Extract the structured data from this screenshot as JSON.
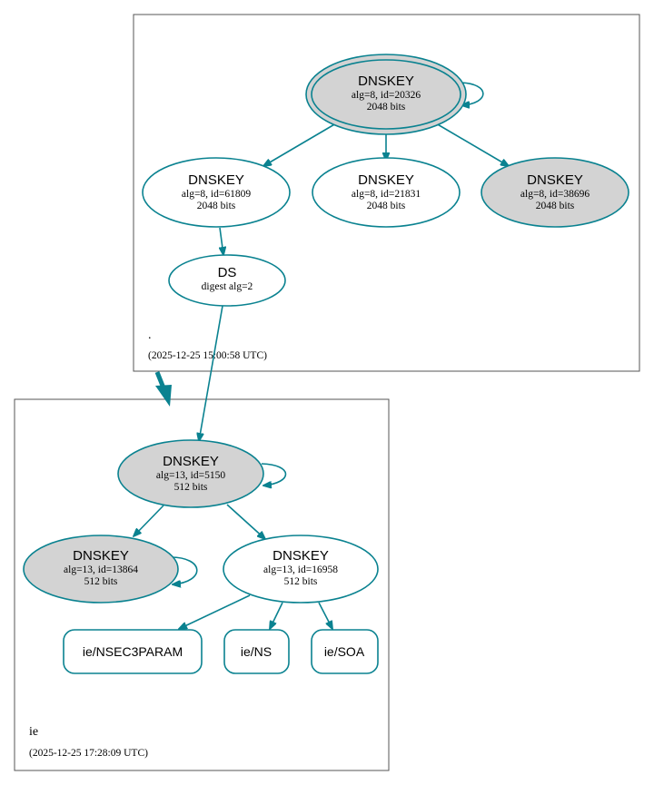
{
  "root_zone": {
    "name": ".",
    "timestamp": "(2025-12-25 15:00:58 UTC)"
  },
  "ie_zone": {
    "name": "ie",
    "timestamp": "(2025-12-25 17:28:09 UTC)"
  },
  "nodes": {
    "root_ksk": {
      "title": "DNSKEY",
      "line1": "alg=8, id=20326",
      "line2": "2048 bits"
    },
    "root_zsk1": {
      "title": "DNSKEY",
      "line1": "alg=8, id=61809",
      "line2": "2048 bits"
    },
    "root_zsk2": {
      "title": "DNSKEY",
      "line1": "alg=8, id=21831",
      "line2": "2048 bits"
    },
    "root_ksk2": {
      "title": "DNSKEY",
      "line1": "alg=8, id=38696",
      "line2": "2048 bits"
    },
    "ds": {
      "title": "DS",
      "line1": "digest alg=2"
    },
    "ie_ksk": {
      "title": "DNSKEY",
      "line1": "alg=13, id=5150",
      "line2": "512 bits"
    },
    "ie_key2": {
      "title": "DNSKEY",
      "line1": "alg=13, id=13864",
      "line2": "512 bits"
    },
    "ie_zsk": {
      "title": "DNSKEY",
      "line1": "alg=13, id=16958",
      "line2": "512 bits"
    }
  },
  "records": {
    "nsec3param": "ie/NSEC3PARAM",
    "ns": "ie/NS",
    "soa": "ie/SOA"
  },
  "colors": {
    "edge": "#0a8290",
    "trusted_fill": "#d3d3d3",
    "box_border": "#555555"
  }
}
